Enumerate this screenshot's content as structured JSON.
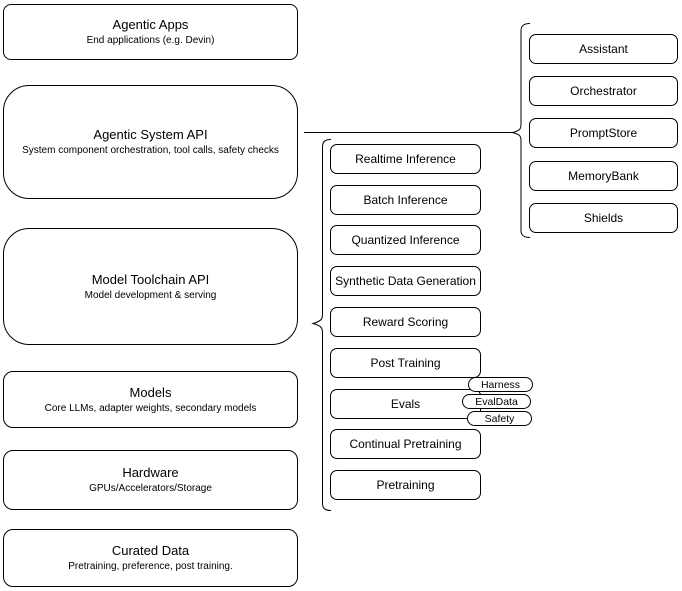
{
  "colors": {
    "stroke": "#000000",
    "node_background": "#ffffff",
    "canvas_background": "#ffffff",
    "text": "#000000"
  },
  "stack": {
    "items": [
      {
        "title": "Agentic Apps",
        "subtitle": "End applications (e.g. Devin)"
      },
      {
        "title": "Agentic System API",
        "subtitle": "System component orchestration, tool calls, safety checks"
      },
      {
        "title": "Model Toolchain API",
        "subtitle": "Model development & serving"
      },
      {
        "title": "Models",
        "subtitle": "Core LLMs, adapter weights, secondary models"
      },
      {
        "title": "Hardware",
        "subtitle": "GPUs/Accelerators/Storage"
      },
      {
        "title": "Curated Data",
        "subtitle": "Pretraining, preference, post training."
      }
    ]
  },
  "toolchain_services": {
    "items": [
      {
        "label": "Realtime Inference"
      },
      {
        "label": "Batch Inference"
      },
      {
        "label": "Quantized Inference"
      },
      {
        "label": "Synthetic Data Generation"
      },
      {
        "label": "Reward Scoring"
      },
      {
        "label": "Post Training"
      },
      {
        "label": "Evals"
      },
      {
        "label": "Continual Pretraining"
      },
      {
        "label": "Pretraining"
      }
    ]
  },
  "eval_tags": {
    "items": [
      {
        "label": "Harness"
      },
      {
        "label": "EvalData"
      },
      {
        "label": "Safety"
      }
    ]
  },
  "system_components": {
    "items": [
      {
        "label": "Assistant"
      },
      {
        "label": "Orchestrator"
      },
      {
        "label": "PromptStore"
      },
      {
        "label": "MemoryBank"
      },
      {
        "label": "Shields"
      }
    ]
  }
}
